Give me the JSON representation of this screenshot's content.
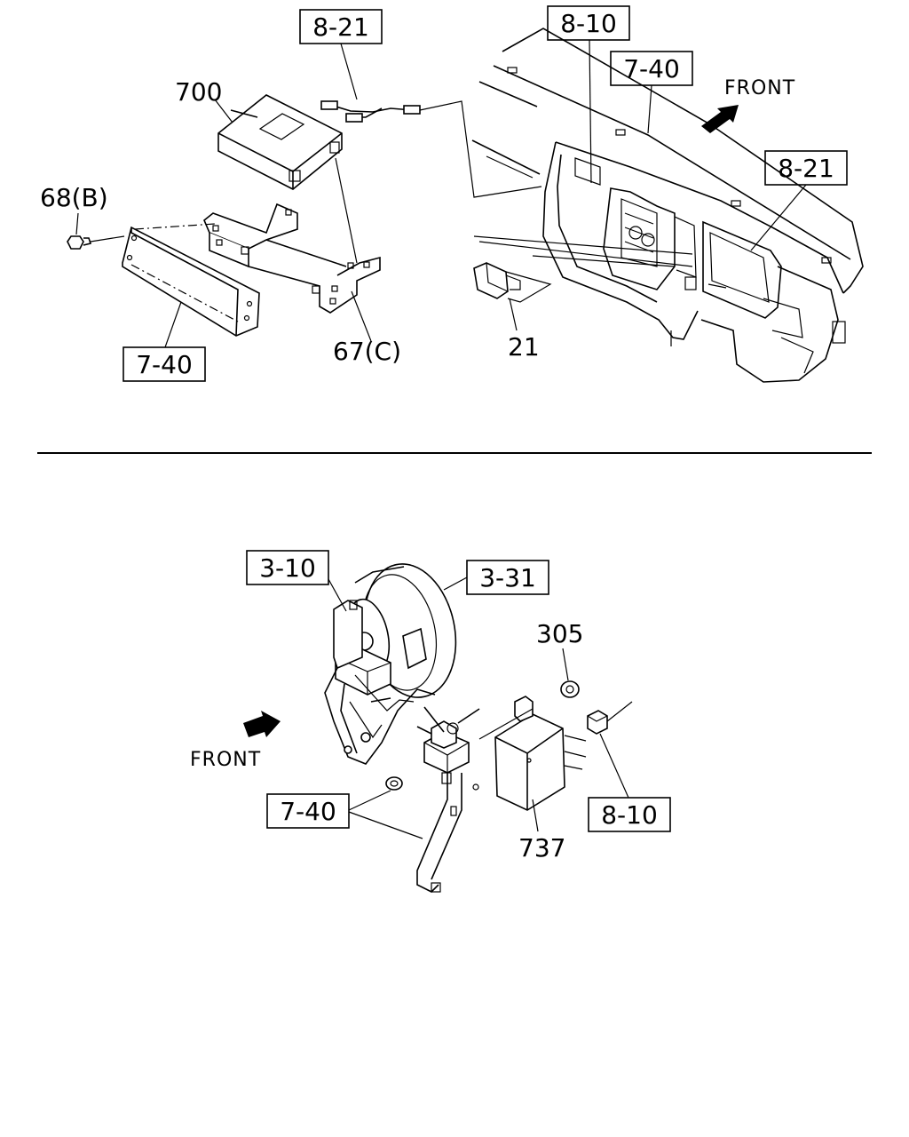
{
  "colors": {
    "ink": "#000000",
    "paper": "#ffffff"
  },
  "upper": {
    "refs": [
      "8-21",
      "8-10",
      "7-40",
      "8-21",
      "7-40"
    ],
    "labels": [
      "700",
      "68(B)",
      "67(C)",
      "21"
    ],
    "front": "FRONT"
  },
  "lower": {
    "refs": [
      "3-10",
      "3-31",
      "7-40",
      "8-10"
    ],
    "labels": [
      "305",
      "737"
    ],
    "front": "FRONT"
  }
}
